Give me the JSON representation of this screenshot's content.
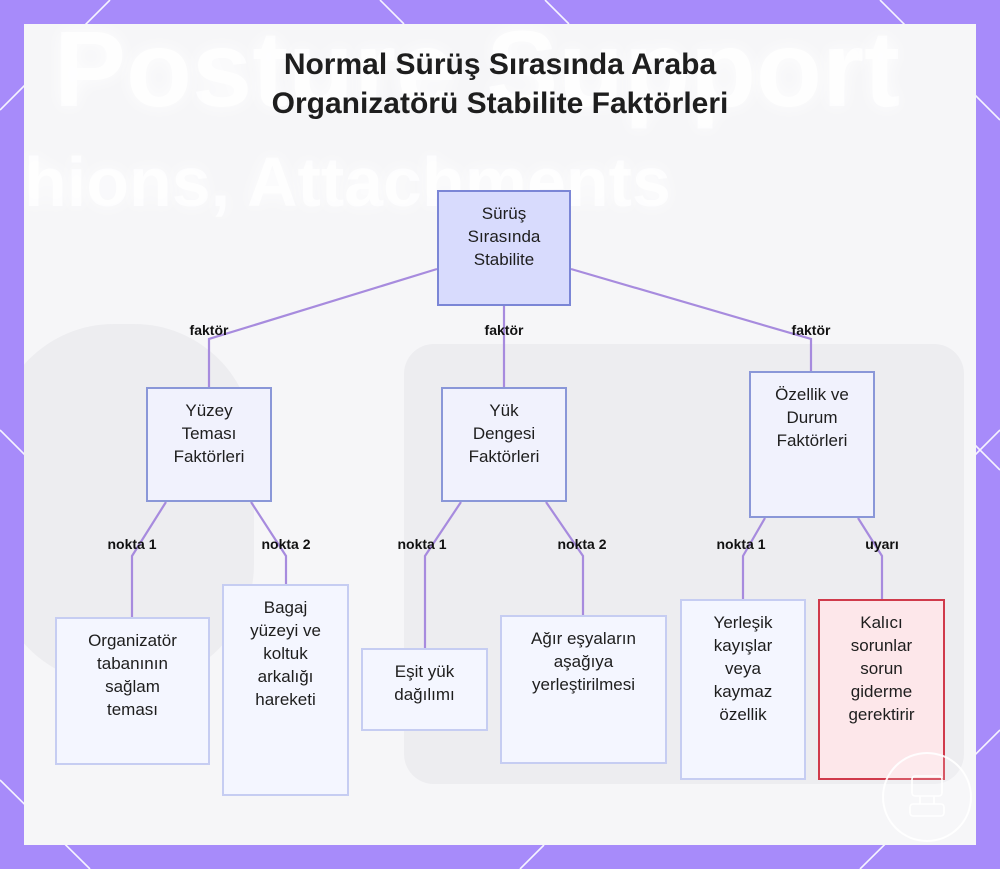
{
  "title": {
    "line1": "Normal Sürüş Sırasında Araba",
    "line2": "Organizatörü Stabilite Faktörleri"
  },
  "background": {
    "line1": "Posture Support",
    "line2": "hions, Attachments"
  },
  "root": {
    "lines": [
      "Sürüş",
      "Sırasında",
      "Stabilite"
    ]
  },
  "branches": [
    {
      "edge_label": "faktör",
      "lines": [
        "Yüzey",
        "Teması",
        "Faktörleri"
      ],
      "children": [
        {
          "edge_label": "nokta 1",
          "lines": [
            "Organizatör",
            "tabanının",
            "sağlam",
            "teması"
          ]
        },
        {
          "edge_label": "nokta 2",
          "lines": [
            "Bagaj",
            "yüzeyi ve",
            "koltuk",
            "arkalığı",
            "hareketi"
          ]
        }
      ]
    },
    {
      "edge_label": "faktör",
      "lines": [
        "Yük",
        "Dengesi",
        "Faktörleri"
      ],
      "children": [
        {
          "edge_label": "nokta 1",
          "lines": [
            "Eşit yük",
            "dağılımı"
          ]
        },
        {
          "edge_label": "nokta 2",
          "lines": [
            "Ağır eşyaların",
            "aşağıya",
            "yerleştirilmesi"
          ]
        }
      ]
    },
    {
      "edge_label": "faktör",
      "lines": [
        "Özellik ve",
        "Durum",
        "Faktörleri"
      ],
      "children": [
        {
          "edge_label": "nokta 1",
          "lines": [
            "Yerleşik",
            "kayışlar",
            "veya",
            "kaymaz",
            "özellik"
          ]
        },
        {
          "edge_label": "uyarı",
          "lines": [
            "Kalıcı",
            "sorunlar",
            "sorun",
            "giderme",
            "gerektirir"
          ]
        }
      ]
    }
  ],
  "colors": {
    "frame": "#a78bfa",
    "link": "#a78bde",
    "root_fill": "#d8dbfd",
    "warning_border": "#d03a4b",
    "warning_fill": "#fde7ea"
  }
}
